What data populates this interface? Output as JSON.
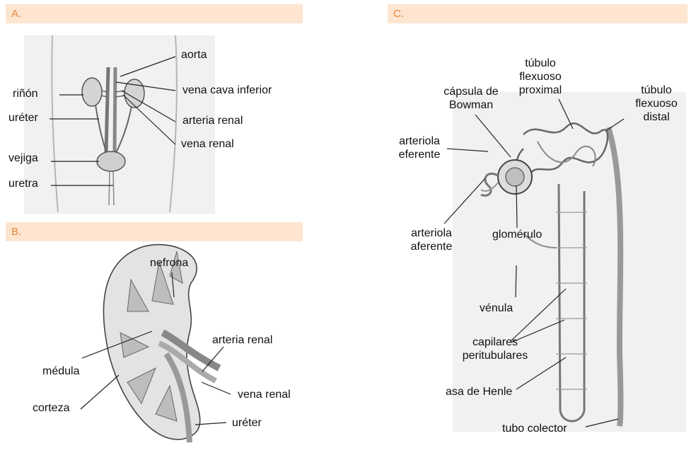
{
  "panels": {
    "a": {
      "letter": "A.",
      "labels": {
        "aorta": "aorta",
        "rinon": "riñón",
        "vena_cava": "vena cava inferior",
        "ureter": "uréter",
        "arteria_renal": "arteria renal",
        "vena_renal": "vena renal",
        "vejiga": "vejiga",
        "uretra": "uretra"
      }
    },
    "b": {
      "letter": "B.",
      "labels": {
        "nefrona": "nefrona",
        "arteria_renal": "arteria renal",
        "medula": "médula",
        "vena_renal": "vena renal",
        "corteza": "corteza",
        "ureter": "uréter"
      }
    },
    "c": {
      "letter": "C.",
      "labels": {
        "tubulo_proximal": [
          "túbulo",
          "flexuoso",
          "proximal"
        ],
        "tubulo_distal": [
          "túbulo",
          "flexuoso",
          "distal"
        ],
        "capsula": [
          "cápsula de",
          "Bowman"
        ],
        "arteriola_eferente": [
          "arteriola",
          "eferente"
        ],
        "arteriola_aferente": [
          "arteriola",
          "aferente"
        ],
        "glomerulo": "glomérulo",
        "venula": "vénula",
        "capilares": [
          "capilares",
          "peritubulares"
        ],
        "asa_henle": "asa de Henle",
        "tubo_colector": "tubo colector"
      }
    }
  },
  "colors": {
    "header_bar": "#fde5d0",
    "header_letter": "#e8873a",
    "illustration_bg": "#f1f1f1",
    "illustration_line": "#555555"
  }
}
